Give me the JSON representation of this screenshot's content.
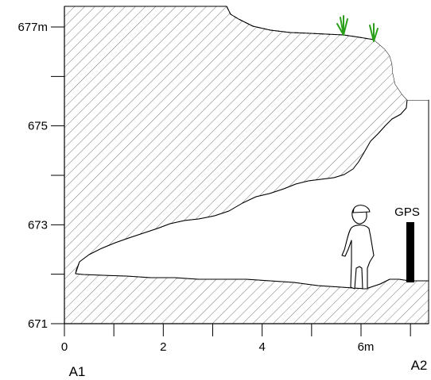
{
  "y_axis": {
    "ticks": [
      {
        "value": 677,
        "label": "677m"
      },
      {
        "value": 676,
        "label": ""
      },
      {
        "value": 675,
        "label": "675"
      },
      {
        "value": 674,
        "label": ""
      },
      {
        "value": 673,
        "label": "673"
      },
      {
        "value": 672,
        "label": ""
      },
      {
        "value": 671,
        "label": "671"
      }
    ]
  },
  "x_axis": {
    "ticks": [
      {
        "value": 0,
        "label": "0"
      },
      {
        "value": 1,
        "label": ""
      },
      {
        "value": 2,
        "label": "2"
      },
      {
        "value": 3,
        "label": ""
      },
      {
        "value": 4,
        "label": "4"
      },
      {
        "value": 5,
        "label": ""
      },
      {
        "value": 6,
        "label": "6m"
      },
      {
        "value": 7,
        "label": ""
      }
    ]
  },
  "corners": {
    "left": "A1",
    "right": "A2"
  },
  "gps": {
    "label": "GPS"
  },
  "colors": {
    "grass": "#2aa01a",
    "hatch": "#555555",
    "gps_marker": "#000000"
  }
}
